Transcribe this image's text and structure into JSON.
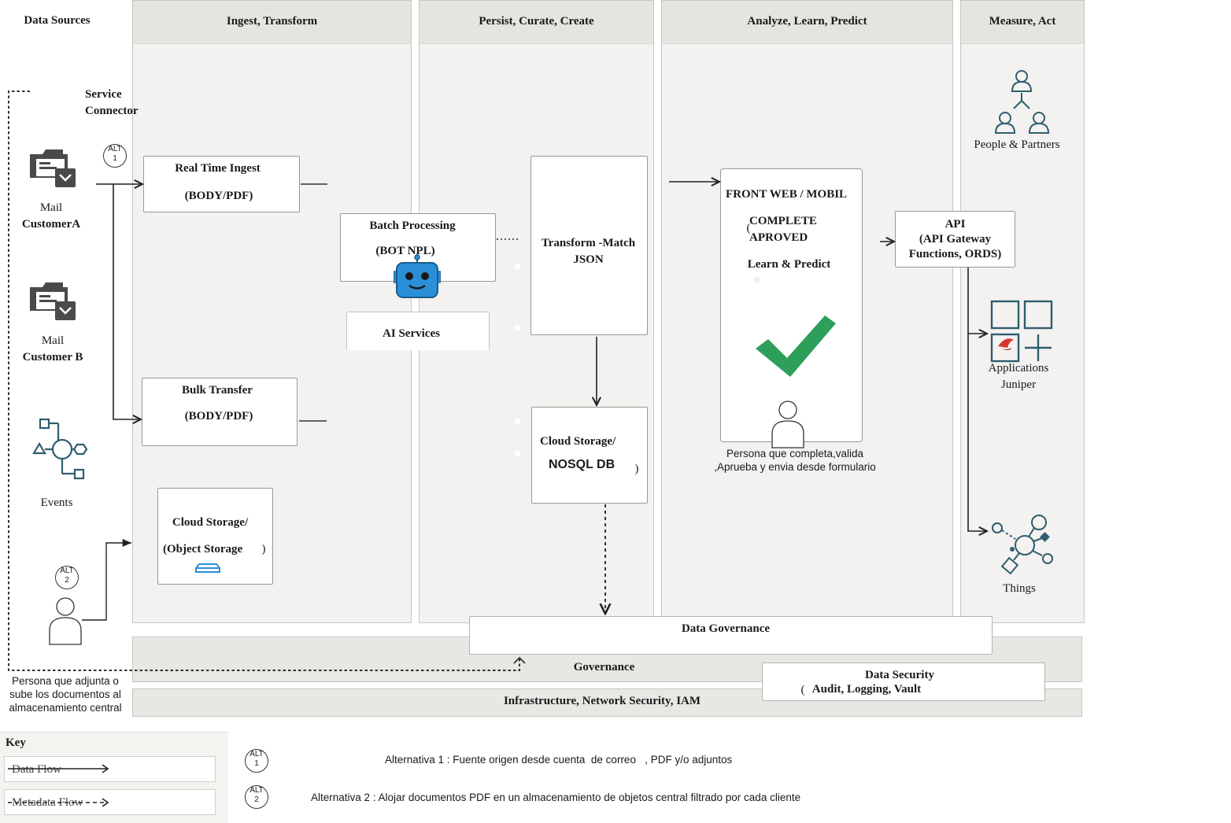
{
  "columns": {
    "data_sources": "Data Sources",
    "ingest": "Ingest, Transform",
    "persist": "Persist, Curate, Create",
    "analyze": "Analyze, Learn, Predict",
    "measure": "Measure, Act"
  },
  "service_connector": [
    "Service",
    "Connector"
  ],
  "sources": {
    "mail_a": [
      "Mail",
      "CustomerA"
    ],
    "mail_b": [
      "Mail",
      "Customer B"
    ],
    "events": "Events",
    "persona_caption": [
      "Persona que adjunta o",
      "sube los documentos al",
      "almacenamiento central"
    ]
  },
  "alt1": [
    "ALT",
    "1"
  ],
  "alt2": [
    "ALT",
    "2"
  ],
  "ingest": {
    "realtime_title": "Real Time Ingest",
    "realtime_sub": "(BODY/PDF)",
    "bulk_title": "Bulk Transfer",
    "bulk_sub": "(BODY/PDF)",
    "cloud_title": "Cloud Storage/",
    "cloud_sub": "(Object Storage",
    "cloud_paren": ")"
  },
  "batch": {
    "title": "Batch Processing",
    "sub": "(BOT  NPL)",
    "ai": "AI Services"
  },
  "persist": {
    "transform": [
      "Transform -Match",
      "JSON"
    ],
    "cloud_title": "Cloud Storage/",
    "nosql": "NOSQL DB",
    "paren": ")"
  },
  "analyze": {
    "front": "FRONT WEB / MOBIL",
    "paren": "(",
    "complete": [
      "COMPLETE",
      "APROVED"
    ],
    "learn": "Learn & Predict",
    "persona_caption": [
      "Persona que completa,valida",
      ",Aprueba y envia desde formulario"
    ]
  },
  "api": [
    "API",
    "(API Gateway",
    "Functions, ORDS)"
  ],
  "measure": {
    "people": "People & Partners",
    "apps": [
      "Applications",
      "Juniper"
    ],
    "things": "Things"
  },
  "governance": {
    "data_governance": "Data Governance",
    "governance": "Governance",
    "data_security_title": "Data Security",
    "data_security_paren": "(",
    "data_security_sub": "Audit, Logging, Vault",
    "infra": "Infrastructure, Network Security, IAM"
  },
  "key": {
    "title": "Key",
    "data_flow": "Data Flow",
    "metadata_flow": "Metadata Flow"
  },
  "legend": {
    "alt1_text": "Alternativa 1 : Fuente origen desde cuenta  de correo   , PDF y/o adjuntos",
    "alt2_text": "Alternativa 2 : Alojar documentos PDF en un almacenamiento de objetos central filtrado por cada cliente"
  },
  "colors": {
    "column_bg": "#f3f2f0",
    "header_bg": "#e6e4e0",
    "icon_teal": "#2f5d6e",
    "check_green": "#2d9f5a",
    "robot_blue": "#2b8fd8",
    "juniper_red": "#d8342f"
  }
}
